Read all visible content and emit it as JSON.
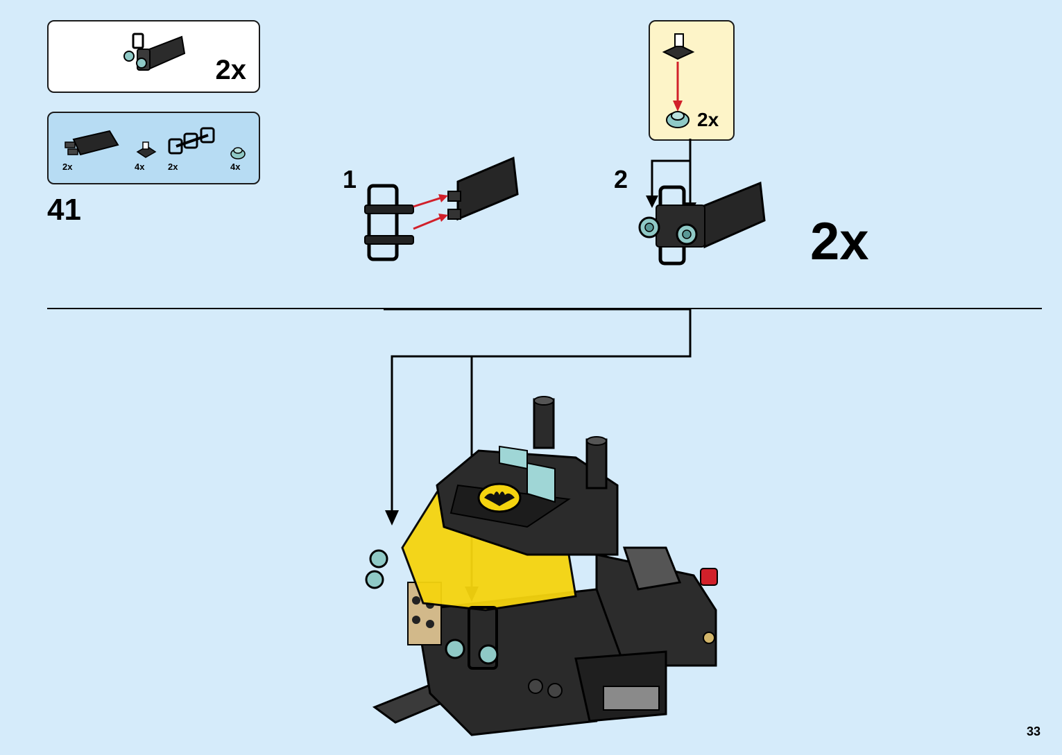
{
  "submodel_box": {
    "multiplier": "2x"
  },
  "parts_list": {
    "items": [
      {
        "icon": "tile-with-clips-icon",
        "count": "2x"
      },
      {
        "icon": "plate-with-clip-icon",
        "count": "4x"
      },
      {
        "icon": "double-bar-holder-icon",
        "count": "2x"
      },
      {
        "icon": "round-plate-icon",
        "count": "4x"
      }
    ]
  },
  "step": {
    "number": "41"
  },
  "substep1": {
    "number": "1"
  },
  "substep2": {
    "number": "2"
  },
  "callout": {
    "multiplier": "2x"
  },
  "submodel_multiplier": "2x",
  "page_number": "33",
  "colors": {
    "background": "#d5ebfa",
    "callout": "#fdf4c8",
    "arrow_red": "#d1202a",
    "line": "#000000"
  }
}
